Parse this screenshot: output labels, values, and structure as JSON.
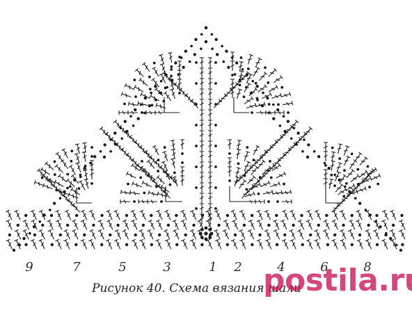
{
  "caption": "Рисунок 40. Схема вязания шали",
  "watermark": "postila.ru",
  "row_numbers": [
    "9",
    "7",
    "5",
    "3",
    "1",
    "2",
    "4",
    "6",
    "8"
  ],
  "colors": {
    "ink": "#1a1a1a",
    "watermark": "#c8145a"
  },
  "symbols": [
    "chain-dot",
    "double-crochet-stitch",
    "fan-corner-bracket"
  ]
}
